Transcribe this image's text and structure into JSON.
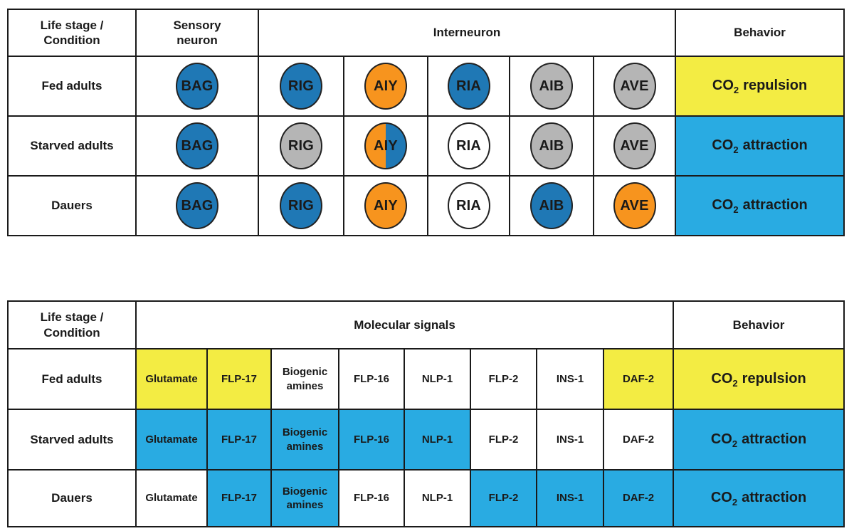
{
  "colors": {
    "neuron_active_blue": "#1f78b5",
    "neuron_orange": "#f7941e",
    "neuron_inactive_gray": "#b5b5b5",
    "neuron_off_white": "#ffffff",
    "repulsion_yellow": "#f3ec43",
    "attraction_cyan": "#29abe2",
    "border_black": "#1a1a1a"
  },
  "neuron_table": {
    "col_headers": {
      "life_stage": "Life stage /\nCondition",
      "sensory_neuron": "Sensory\nneuron",
      "interneuron": "Interneuron",
      "behavior": "Behavior"
    },
    "rows": [
      {
        "label": "Fed adults",
        "sensory": {
          "name": "BAG",
          "fill": "blue"
        },
        "interneurons": [
          {
            "name": "RIG",
            "fill": "blue"
          },
          {
            "name": "AIY",
            "fill": "orange"
          },
          {
            "name": "RIA",
            "fill": "blue"
          },
          {
            "name": "AIB",
            "fill": "gray"
          },
          {
            "name": "AVE",
            "fill": "gray"
          }
        ],
        "behavior": {
          "formula": "CO",
          "subscript": "2",
          "text": "repulsion",
          "bg": "yellow"
        }
      },
      {
        "label": "Starved adults",
        "sensory": {
          "name": "BAG",
          "fill": "blue"
        },
        "interneurons": [
          {
            "name": "RIG",
            "fill": "gray"
          },
          {
            "name": "AIY",
            "fill": "orange-blue"
          },
          {
            "name": "RIA",
            "fill": "white"
          },
          {
            "name": "AIB",
            "fill": "gray"
          },
          {
            "name": "AVE",
            "fill": "gray"
          }
        ],
        "behavior": {
          "formula": "CO",
          "subscript": "2",
          "text": "attraction",
          "bg": "cyan"
        }
      },
      {
        "label": "Dauers",
        "sensory": {
          "name": "BAG",
          "fill": "blue"
        },
        "interneurons": [
          {
            "name": "RIG",
            "fill": "blue"
          },
          {
            "name": "AIY",
            "fill": "orange"
          },
          {
            "name": "RIA",
            "fill": "white"
          },
          {
            "name": "AIB",
            "fill": "blue"
          },
          {
            "name": "AVE",
            "fill": "orange"
          }
        ],
        "behavior": {
          "formula": "CO",
          "subscript": "2",
          "text": "attraction",
          "bg": "cyan"
        }
      }
    ]
  },
  "signal_table": {
    "col_headers": {
      "life_stage": "Life stage /\nCondition",
      "molecular_signals": "Molecular signals",
      "behavior": "Behavior"
    },
    "rows": [
      {
        "label": "Fed adults",
        "signals": [
          {
            "name": "Glutamate",
            "bg": "yellow"
          },
          {
            "name": "FLP-17",
            "bg": "yellow"
          },
          {
            "name": "Biogenic\namines",
            "bg": "white"
          },
          {
            "name": "FLP-16",
            "bg": "white"
          },
          {
            "name": "NLP-1",
            "bg": "white"
          },
          {
            "name": "FLP-2",
            "bg": "white"
          },
          {
            "name": "INS-1",
            "bg": "white"
          },
          {
            "name": "DAF-2",
            "bg": "yellow"
          }
        ],
        "behavior": {
          "formula": "CO",
          "subscript": "2",
          "text": "repulsion",
          "bg": "yellow"
        }
      },
      {
        "label": "Starved adults",
        "signals": [
          {
            "name": "Glutamate",
            "bg": "cyan"
          },
          {
            "name": "FLP-17",
            "bg": "cyan"
          },
          {
            "name": "Biogenic\namines",
            "bg": "cyan"
          },
          {
            "name": "FLP-16",
            "bg": "cyan"
          },
          {
            "name": "NLP-1",
            "bg": "cyan"
          },
          {
            "name": "FLP-2",
            "bg": "white"
          },
          {
            "name": "INS-1",
            "bg": "white"
          },
          {
            "name": "DAF-2",
            "bg": "white"
          }
        ],
        "behavior": {
          "formula": "CO",
          "subscript": "2",
          "text": "attraction",
          "bg": "cyan"
        }
      },
      {
        "label": "Dauers",
        "signals": [
          {
            "name": "Glutamate",
            "bg": "white"
          },
          {
            "name": "FLP-17",
            "bg": "cyan"
          },
          {
            "name": "Biogenic\namines",
            "bg": "cyan"
          },
          {
            "name": "FLP-16",
            "bg": "white"
          },
          {
            "name": "NLP-1",
            "bg": "white"
          },
          {
            "name": "FLP-2",
            "bg": "cyan"
          },
          {
            "name": "INS-1",
            "bg": "cyan"
          },
          {
            "name": "DAF-2",
            "bg": "cyan"
          }
        ],
        "behavior": {
          "formula": "CO",
          "subscript": "2",
          "text": "attraction",
          "bg": "cyan"
        }
      }
    ]
  }
}
